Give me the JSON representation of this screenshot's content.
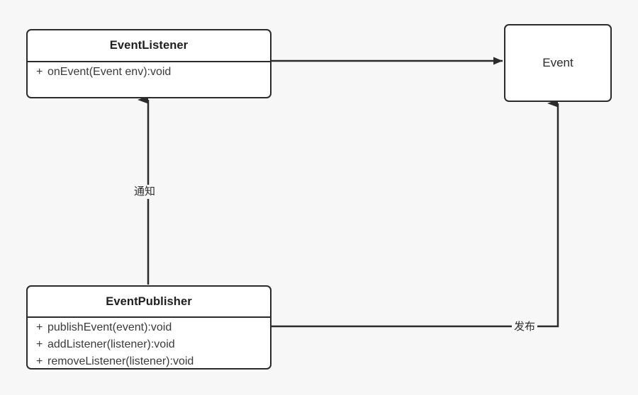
{
  "diagram": {
    "type": "uml-class-diagram",
    "background_color": "#f7f7f7",
    "stroke_color": "#2b2b2b",
    "fill_color": "#ffffff",
    "classes": [
      {
        "id": "event-listener",
        "name": "EventListener",
        "members": [
          {
            "visibility": "+",
            "signature": "onEvent(Event env):void"
          }
        ]
      },
      {
        "id": "event-publisher",
        "name": "EventPublisher",
        "members": [
          {
            "visibility": "+",
            "signature": "publishEvent(event):void"
          },
          {
            "visibility": "+",
            "signature": "addListener(listener):void"
          },
          {
            "visibility": "+",
            "signature": "removeListener(listener):void"
          }
        ]
      },
      {
        "id": "event",
        "name": "Event"
      }
    ],
    "edges": [
      {
        "id": "listener-to-event",
        "from": "event-listener",
        "to": "event",
        "label": "",
        "arrow": "solid-triangle",
        "direction": "right"
      },
      {
        "id": "publisher-to-listener",
        "from": "event-publisher",
        "to": "event-listener",
        "label": "通知",
        "arrow": "solid-triangle",
        "direction": "up"
      },
      {
        "id": "publisher-to-event",
        "from": "event-publisher",
        "to": "event",
        "label": "发布",
        "arrow": "solid-triangle",
        "direction": "up"
      }
    ]
  }
}
